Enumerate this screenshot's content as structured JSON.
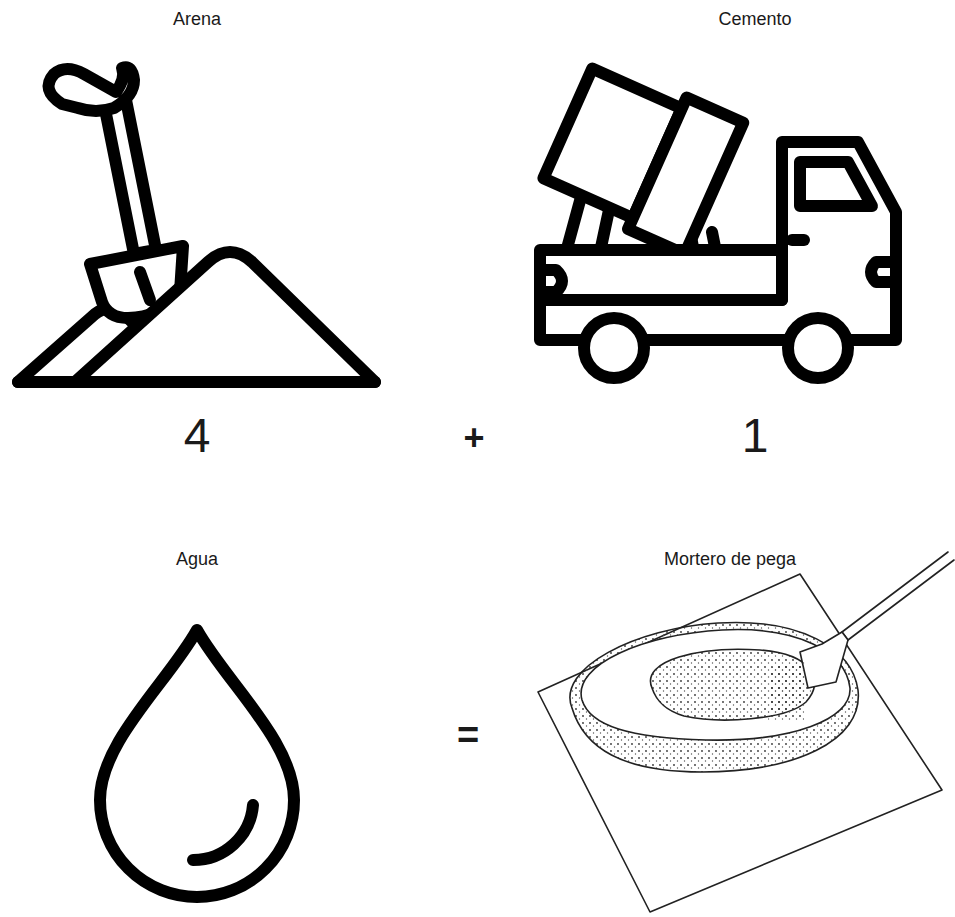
{
  "diagram": {
    "labels": [
      "Arena",
      "Cemento",
      "4",
      "+",
      "1",
      "Agua",
      "Mortero de pega",
      "="
    ]
  }
}
